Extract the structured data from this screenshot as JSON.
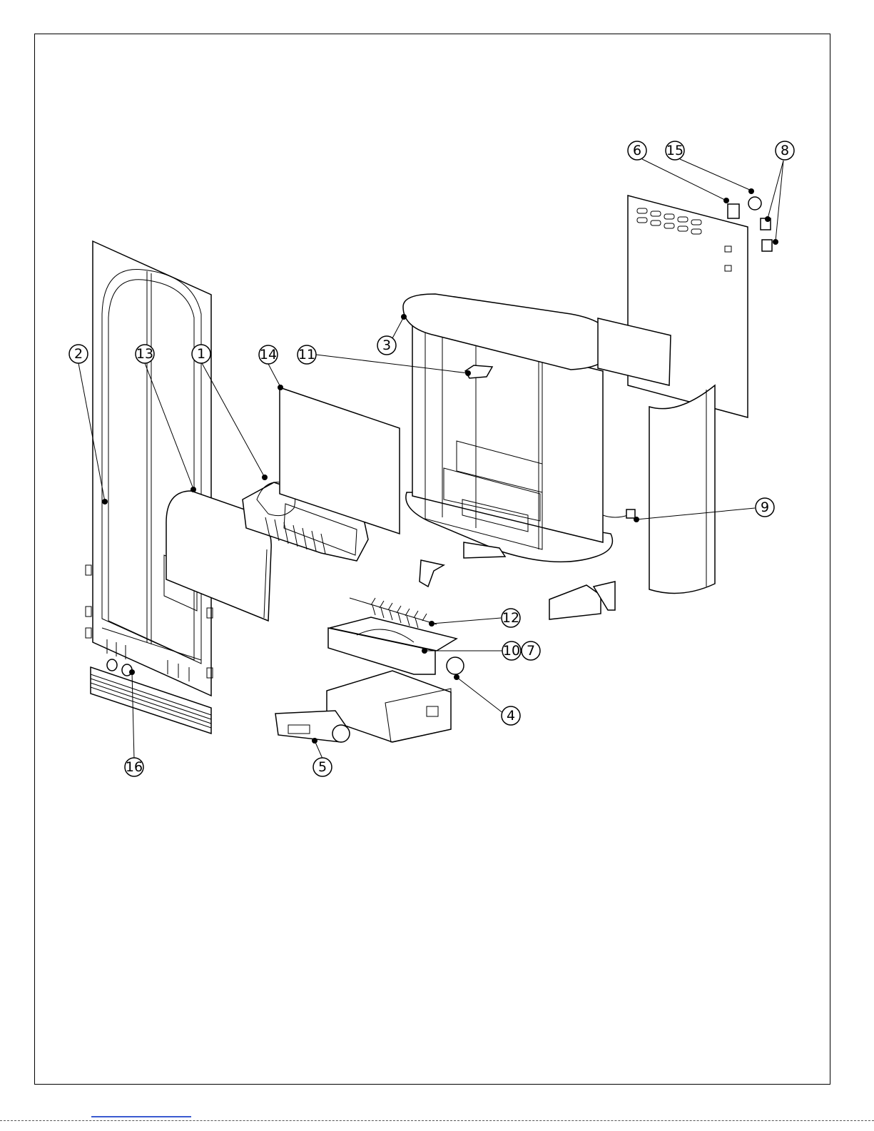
{
  "diagram": {
    "type": "exploded-parts-view",
    "callouts": [
      {
        "id": "2",
        "label": "2"
      },
      {
        "id": "13",
        "label": "13"
      },
      {
        "id": "1",
        "label": "1"
      },
      {
        "id": "14",
        "label": "14"
      },
      {
        "id": "11",
        "label": "11"
      },
      {
        "id": "3",
        "label": "3"
      },
      {
        "id": "6",
        "label": "6"
      },
      {
        "id": "15",
        "label": "15"
      },
      {
        "id": "8",
        "label": "8"
      },
      {
        "id": "9",
        "label": "9"
      },
      {
        "id": "12",
        "label": "12"
      },
      {
        "id": "10",
        "label": "10"
      },
      {
        "id": "7",
        "label": "7"
      },
      {
        "id": "4",
        "label": "4"
      },
      {
        "id": "5",
        "label": "5"
      },
      {
        "id": "16",
        "label": "16"
      }
    ]
  }
}
